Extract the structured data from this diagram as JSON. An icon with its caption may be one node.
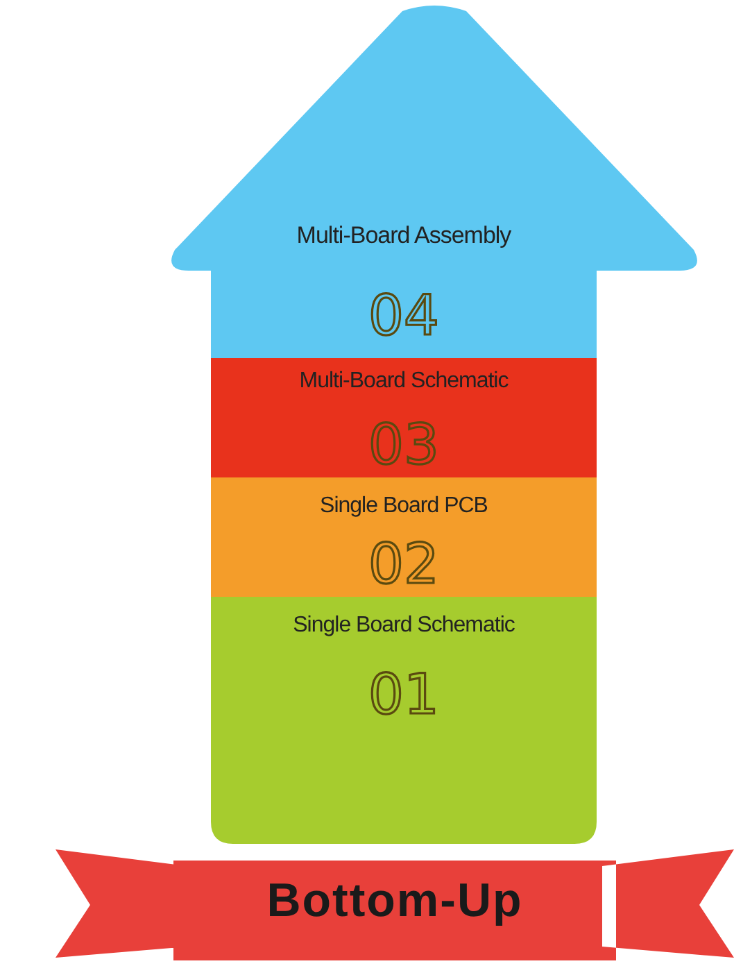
{
  "diagram": {
    "nodes": [
      {
        "text": [
          "Multi-Board Assembly",
          "04"
        ]
      },
      {
        "text": [
          "Multi-Board Schematic",
          "03"
        ]
      },
      {
        "text": [
          "Single Board PCB",
          "02"
        ]
      },
      {
        "text": [
          "Single Board Schematic",
          "01"
        ]
      },
      {
        "text": [
          "Bottom-Up"
        ]
      }
    ]
  }
}
